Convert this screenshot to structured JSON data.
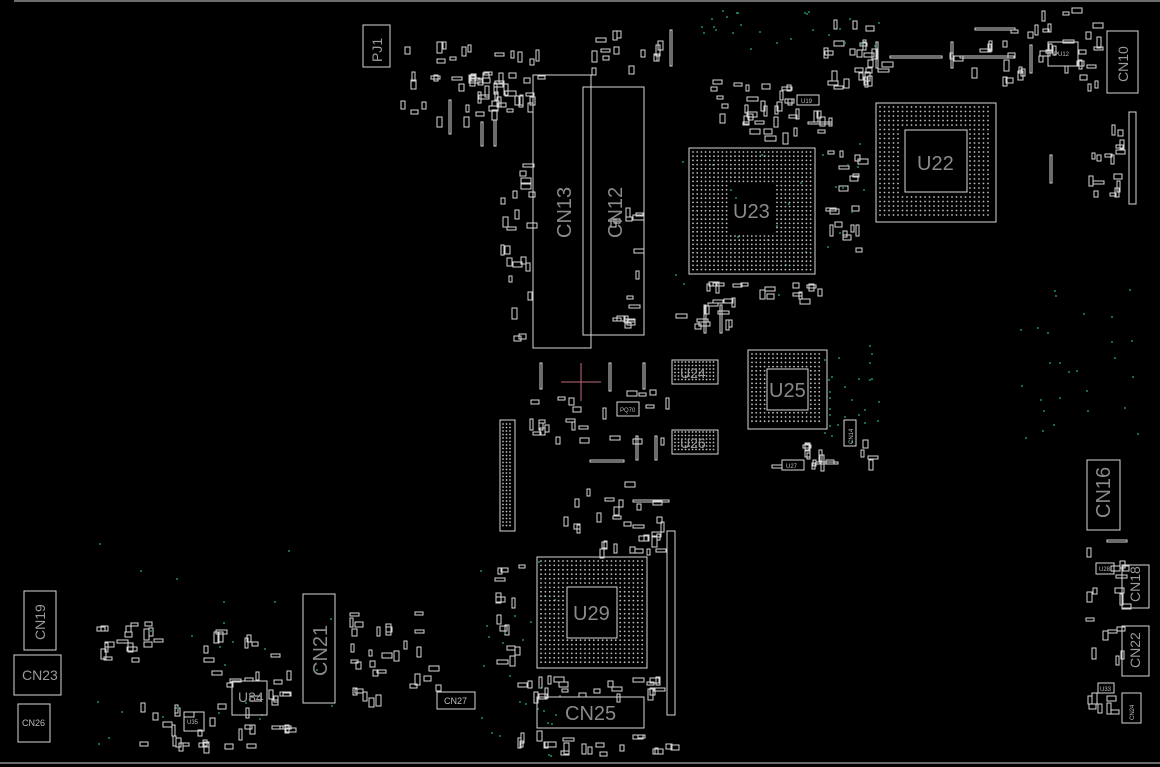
{
  "board": {
    "background": "#000000",
    "outline_color": "#d8d8d8",
    "via_color": "#1f8a6e",
    "marker_color": "#c46a7a"
  },
  "labels": {
    "pj1": "PJ1",
    "cn10": "CN10",
    "pu12": "PU12",
    "u19": "U19",
    "u22": "U22",
    "cn13": "CN13",
    "cn12": "CN12",
    "u23": "U23",
    "u24": "U24",
    "u25": "U25",
    "u26": "U26",
    "cn14": "CN14",
    "u27": "U27",
    "pq70": "PQ70",
    "cn16": "CN16",
    "u28": "U28",
    "cn18": "CN18",
    "u29": "U29",
    "cn22": "CN22",
    "u33": "U33",
    "cn24": "CN24",
    "cn25": "CN25",
    "cn27": "CN27",
    "cn21": "CN21",
    "u34": "U34",
    "u35": "U35",
    "cn19": "CN19",
    "cn23": "CN23",
    "cn26": "CN26"
  }
}
